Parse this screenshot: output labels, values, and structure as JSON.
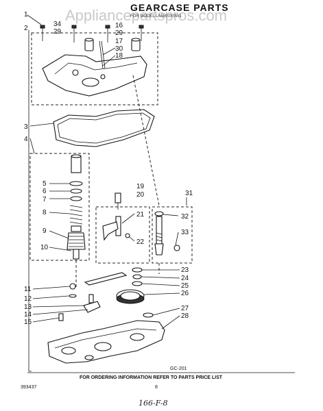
{
  "title": "GEARCASE PARTS",
  "subtitle": "FOR MODEL LA5800XSW1",
  "watermark": "Appliancepartspros.com",
  "footer": {
    "ordering_info": "FOR ORDERING INFORMATION REFER TO PARTS PRICE LIST",
    "doc_number": "393437",
    "page_number": "8",
    "drawing_code": "GC-201",
    "handwritten_note": "166-F-8"
  },
  "callouts": [
    "1",
    "2",
    "3",
    "4",
    "5",
    "6",
    "7",
    "8",
    "9",
    "10",
    "11",
    "12",
    "13",
    "14",
    "15",
    "16",
    "17",
    "18",
    "19",
    "20",
    "21",
    "22",
    "23",
    "24",
    "25",
    "26",
    "27",
    "28",
    "29",
    "29",
    "30",
    "31",
    "32",
    "33",
    "34"
  ]
}
